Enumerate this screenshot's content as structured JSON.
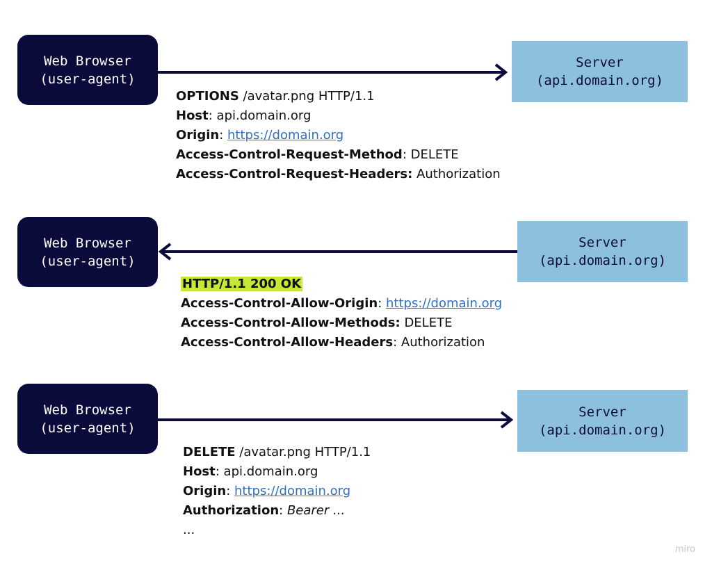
{
  "node_labels": {
    "browser": [
      "Web Browser",
      "(user-agent)"
    ],
    "server": [
      "Server",
      "(api.domain.org)"
    ]
  },
  "colors": {
    "browser_bg": "#0b0b3b",
    "server_bg": "#8cc0de",
    "arrow": "#0b0b3b",
    "link": "#2f6fc4",
    "highlight": "#c5e834"
  },
  "steps": [
    {
      "direction": "right",
      "request_line": {
        "method": "OPTIONS",
        "rest": " /avatar.png HTTP/1.1"
      },
      "headers": [
        {
          "key": "Host",
          "sep": ": ",
          "value": "api.domain.org"
        },
        {
          "key": "Origin",
          "sep": ": ",
          "link": "https://domain.org"
        },
        {
          "key": "Access-Control-Request-Method",
          "sep": ": ",
          "value": "DELETE"
        },
        {
          "key": "Access-Control-Request-Headers:",
          "sep": " ",
          "value": "Authorization"
        }
      ]
    },
    {
      "direction": "left",
      "status_line": "HTTP/1.1 200 OK",
      "headers": [
        {
          "key": "Access-Control-Allow-Origin",
          "sep": ":  ",
          "link": "https://domain.org"
        },
        {
          "key": "Access-Control-Allow-Methods:",
          "sep": " ",
          "value": "DELETE"
        },
        {
          "key": "Access-Control-Allow-Headers",
          "sep": ": ",
          "value": "Authorization"
        }
      ]
    },
    {
      "direction": "right",
      "request_line": {
        "method": "DELETE",
        "rest": " /avatar.png HTTP/1.1"
      },
      "headers": [
        {
          "key": "Host",
          "sep": ": ",
          "value": "api.domain.org"
        },
        {
          "key": "Origin",
          "sep": ": ",
          "link": "https://domain.org"
        },
        {
          "key": "Authorization",
          "sep": ": ",
          "value_italic": "Bearer ..."
        }
      ],
      "ellipsis": "..."
    }
  ],
  "watermark": "miro"
}
